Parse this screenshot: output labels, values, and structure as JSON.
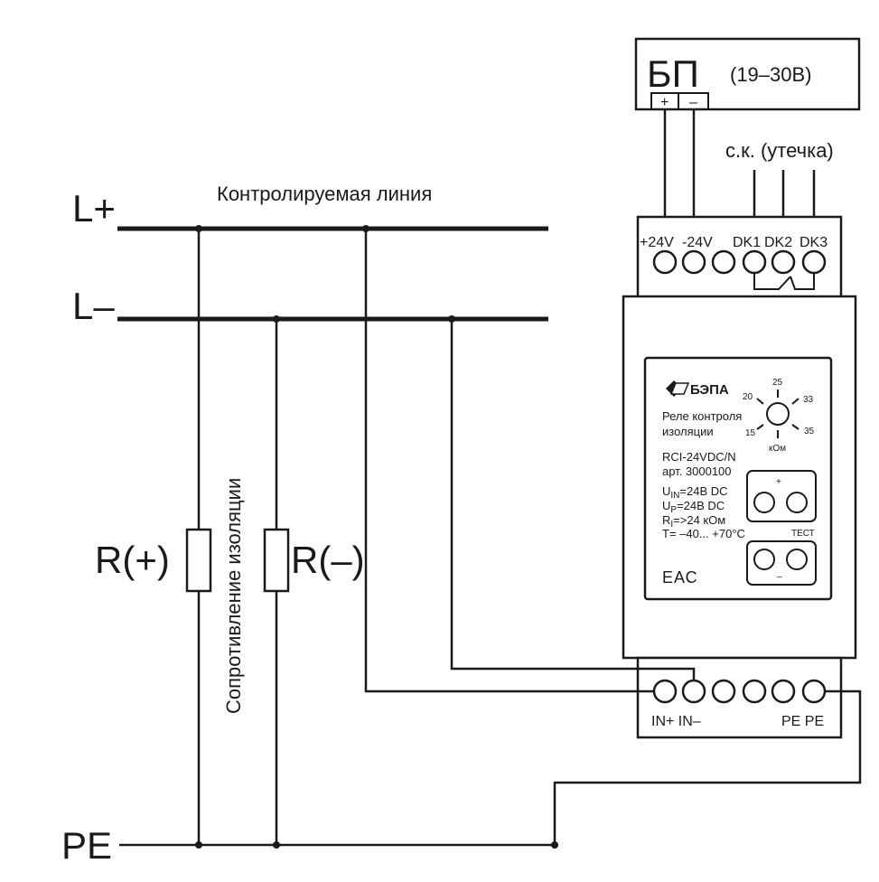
{
  "power_supply": {
    "title": "БП",
    "voltage": "(19–30В)",
    "plus": "+",
    "minus": "–"
  },
  "leak_label": "с.к. (утечка)",
  "line_label": "Контролируемая линия",
  "buses": {
    "l_plus": "L+",
    "l_minus": "L–",
    "pe": "PE"
  },
  "resistors": {
    "r_plus": "R(+)",
    "r_minus": "R(–)",
    "vertical_label": "Сопротивление изоляции"
  },
  "relay": {
    "top_terminals": [
      "+24V",
      "-24V",
      "",
      "DK1",
      "DK2",
      "DK3"
    ],
    "bottom_left_label": "IN+ IN–",
    "bottom_right_label": "PE PE",
    "brand": "БЭПА",
    "name_line1": "Реле контроля",
    "name_line2": "изоляции",
    "model": "RCI-24VDC/N",
    "article": "арт. 3000100",
    "spec_uin": "U",
    "spec_uin_sub": "IN",
    "spec_uin_val": "=24В DC",
    "spec_up": "U",
    "spec_up_sub": "P",
    "spec_up_val": "=24В DC",
    "spec_r": "R",
    "spec_r_sub": "I",
    "spec_r_val": "=>24 кОм",
    "spec_t": "T= –40... +70°C",
    "eac": "ЕАС",
    "dial_values": [
      "15",
      "20",
      "25",
      "33",
      "35"
    ],
    "dial_unit": "кОм",
    "test_label": "ТЕСТ",
    "test_plus": "+",
    "test_minus": "–"
  }
}
